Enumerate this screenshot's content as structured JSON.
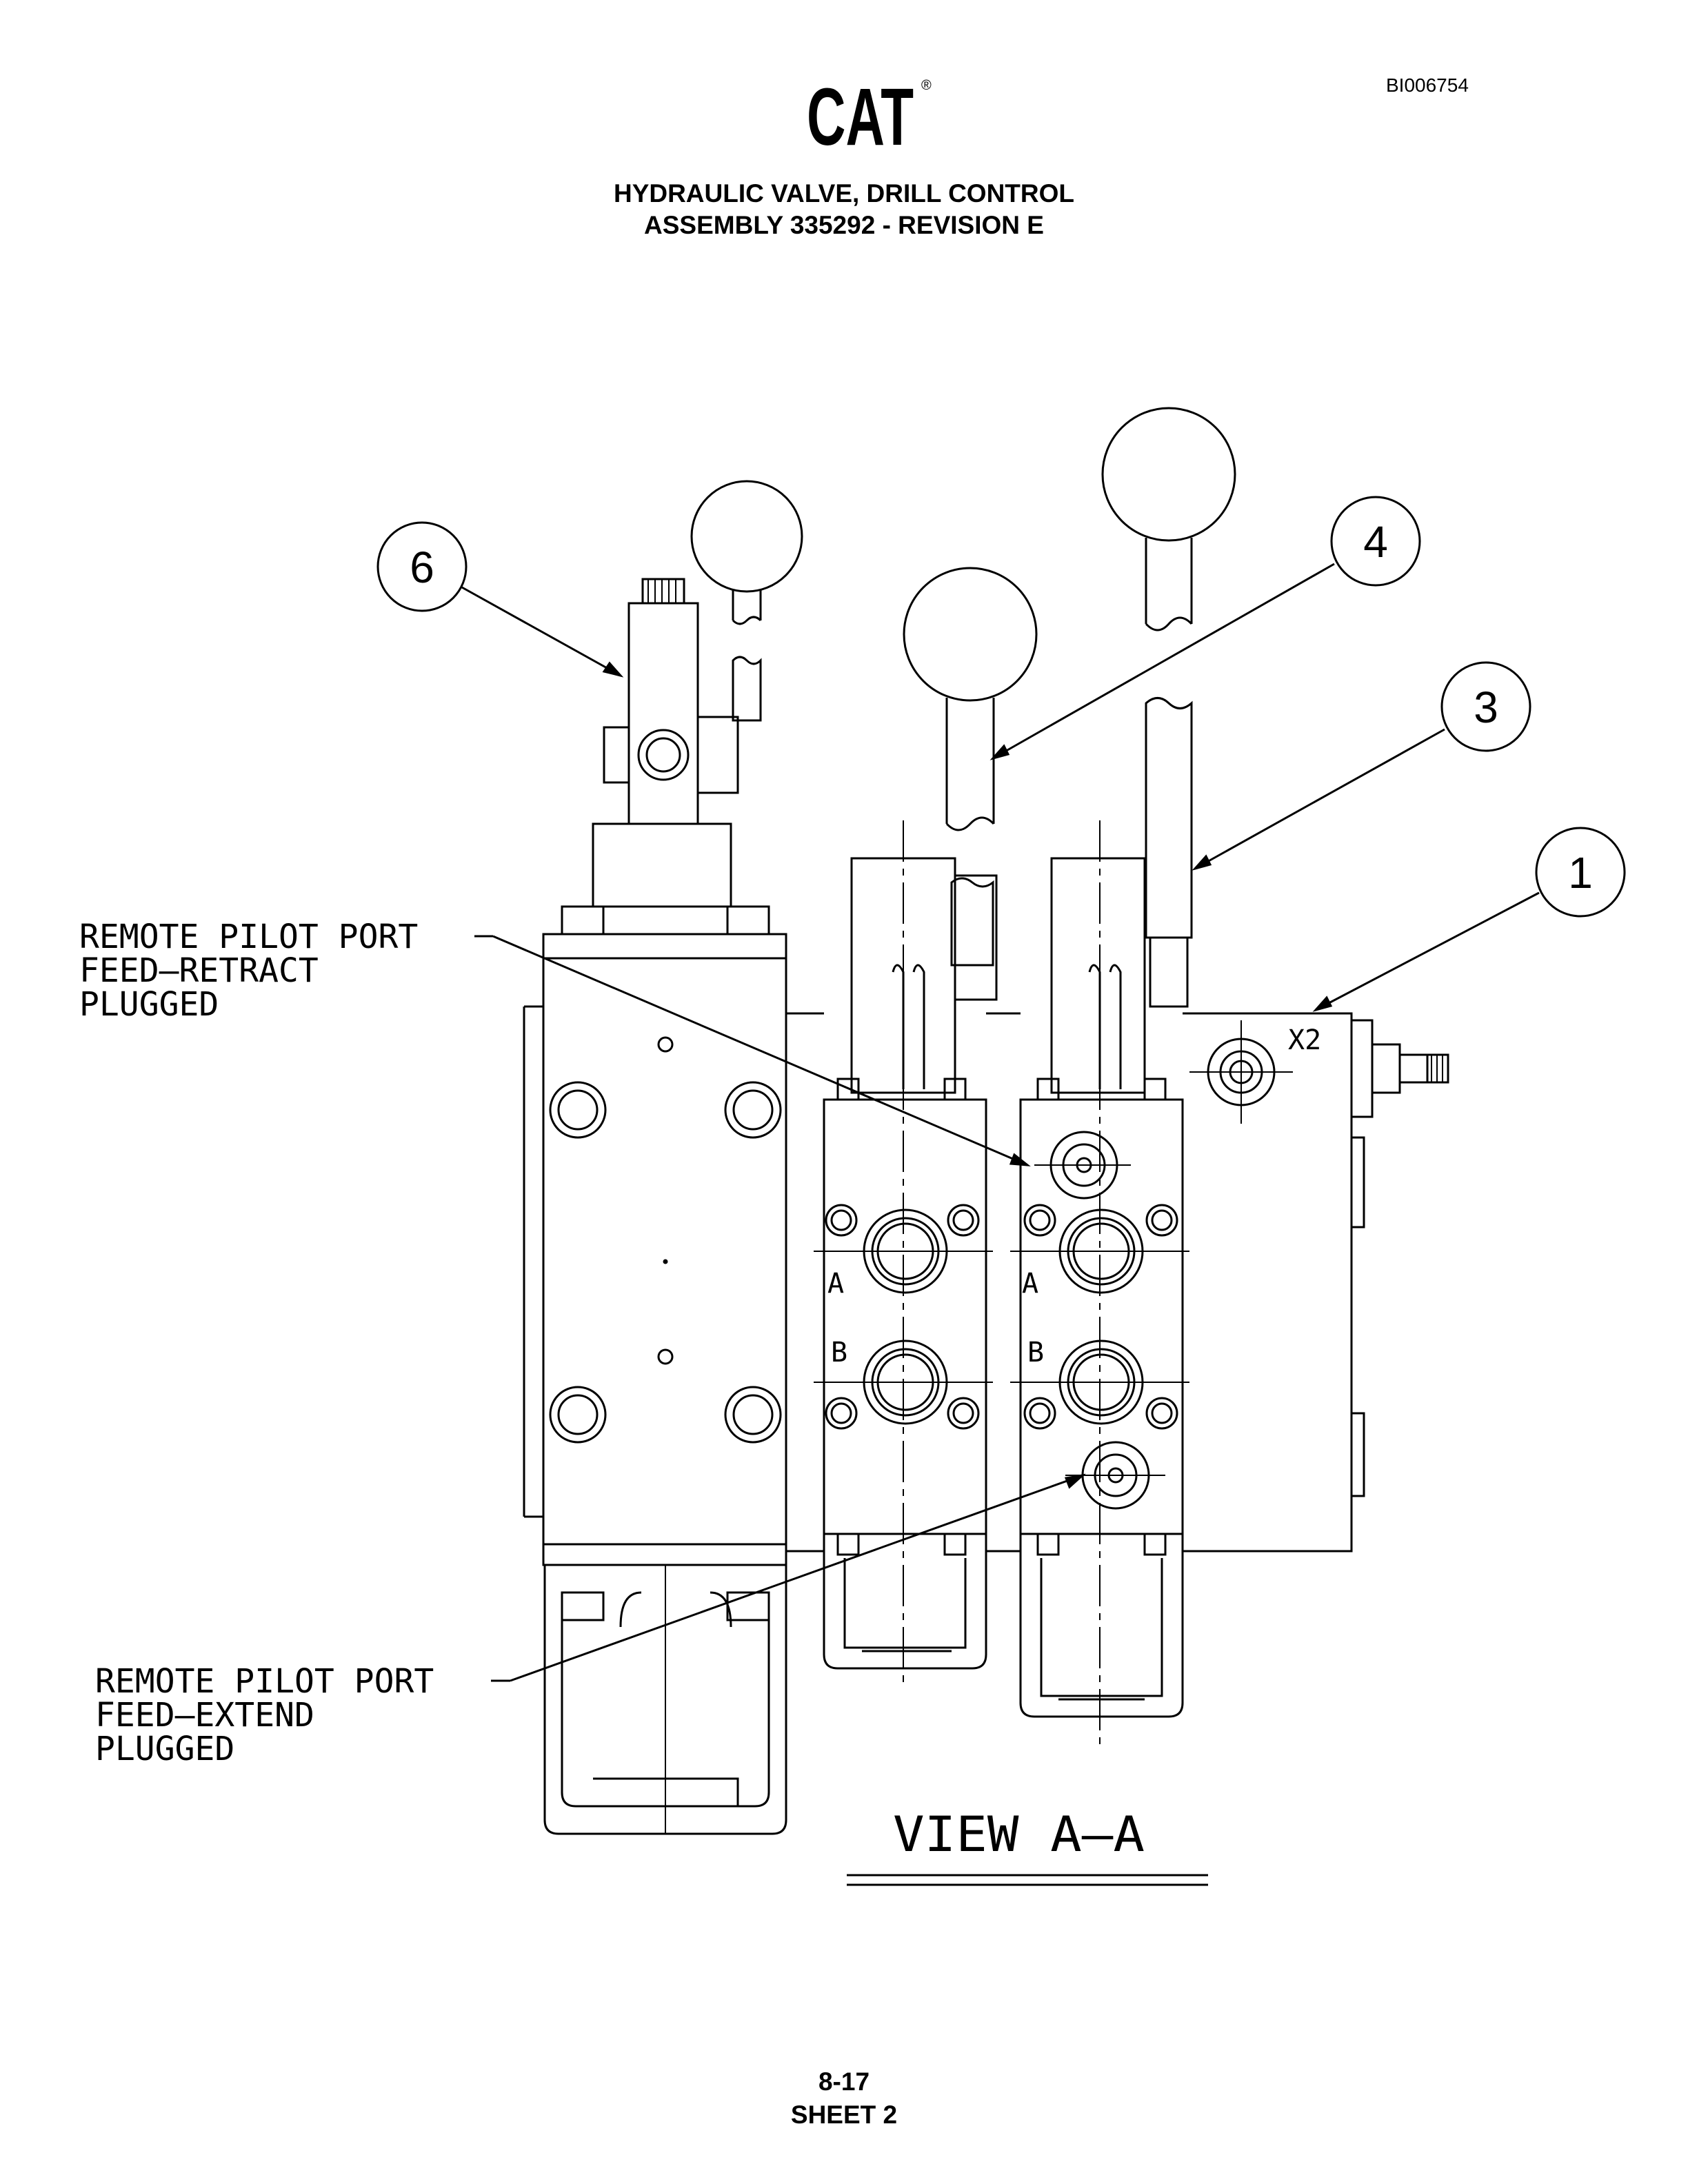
{
  "header": {
    "logo_text": "CAT",
    "logo_mark": "®",
    "doc_id": "BI006754",
    "title_line1": "HYDRAULIC VALVE, DRILL CONTROL",
    "title_line2": "ASSEMBLY 335292 - REVISION E"
  },
  "callouts": [
    {
      "number": "6"
    },
    {
      "number": "4"
    },
    {
      "number": "3"
    },
    {
      "number": "1"
    }
  ],
  "notes": {
    "retract": {
      "line1": "REMOTE PILOT PORT",
      "line2": "FEED—RETRACT",
      "line3": "PLUGGED"
    },
    "extend": {
      "line1": "REMOTE PILOT PORT",
      "line2": "FEED—EXTEND",
      "line3": "PLUGGED"
    }
  },
  "port_labels": {
    "a": "A",
    "b": "B",
    "x2": "X2"
  },
  "view_label": "VIEW A—A",
  "footer": {
    "page": "8-17",
    "sheet": "SHEET 2"
  }
}
